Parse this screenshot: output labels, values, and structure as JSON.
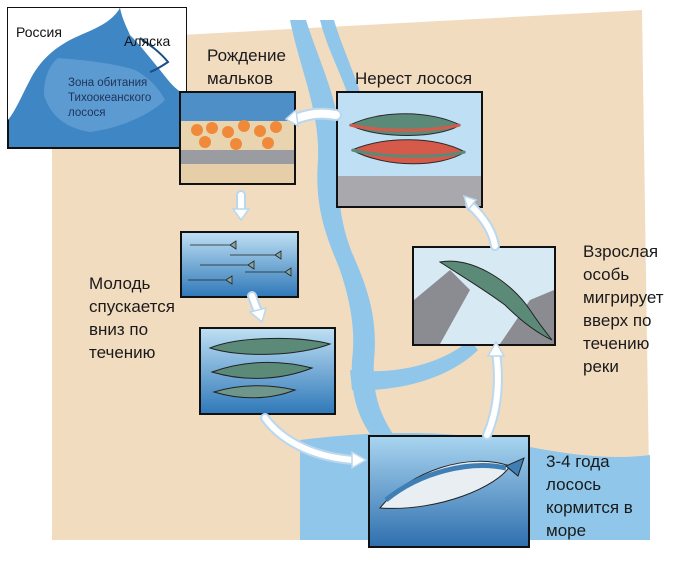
{
  "map": {
    "russia": "Россия",
    "alaska": "Аляска",
    "zone": "Зона обитания\nТихоокеанского\nлосося"
  },
  "stages": {
    "hatching": "Рождение\nмальков",
    "spawning": "Нерест лосося",
    "juveniles": "Молодь\nспускается\nвниз по\nтечению",
    "adult_migrates": "Взрослая\nособь\nмигрирует\nвверх по\nтечению\nреки",
    "sea_feeding": "3-4 года\nлосось\nкормится в\nморе"
  },
  "colors": {
    "land": "#f2dcc0",
    "water": "#8fc6ea",
    "deep_water": "#3f86c4",
    "panel_border": "#111111",
    "arrow": "#ffffff",
    "arrow_outline": "#b9d7ee",
    "fish_back": "#5b8a78",
    "fish_belly": "#f0f0e8",
    "spawn_red": "#d65a4a",
    "eggs": "#f08a3a"
  }
}
